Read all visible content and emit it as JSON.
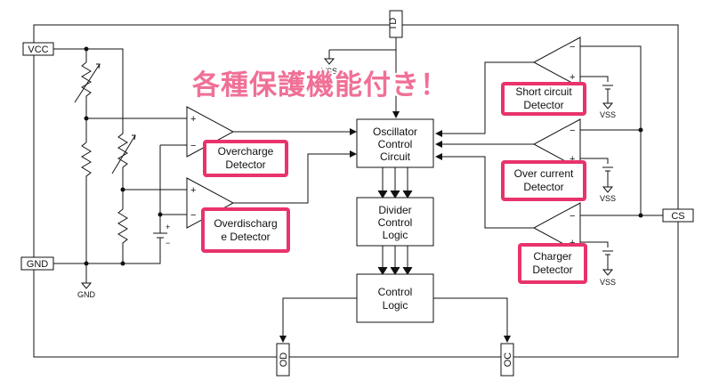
{
  "title": "各種保護機能付き！",
  "pins": {
    "vcc": "VCC",
    "gnd": "GND",
    "td": "TD",
    "cs": "CS",
    "od": "OD",
    "oc": "OC"
  },
  "ground_labels": {
    "gnd": "GND",
    "vss": "VSS"
  },
  "blocks": {
    "oscillator": [
      "Oscillator",
      "Control",
      "Circuit"
    ],
    "divider": [
      "Divider",
      "Control",
      "Logic"
    ],
    "control": [
      "Control",
      "Logic"
    ]
  },
  "detectors": {
    "overcharge": "Overcharge\nDetector",
    "overdischarge": "Overdischarg\ne Detector",
    "short_circuit": "Short circuit\nDetector",
    "over_current": "Over current\nDetector",
    "charger": "Charger\nDetector"
  },
  "op_signs": {
    "plus": "+",
    "minus": "−"
  },
  "colors": {
    "highlight": "#e8336b",
    "title": "#f07096",
    "wire": "#111111"
  }
}
